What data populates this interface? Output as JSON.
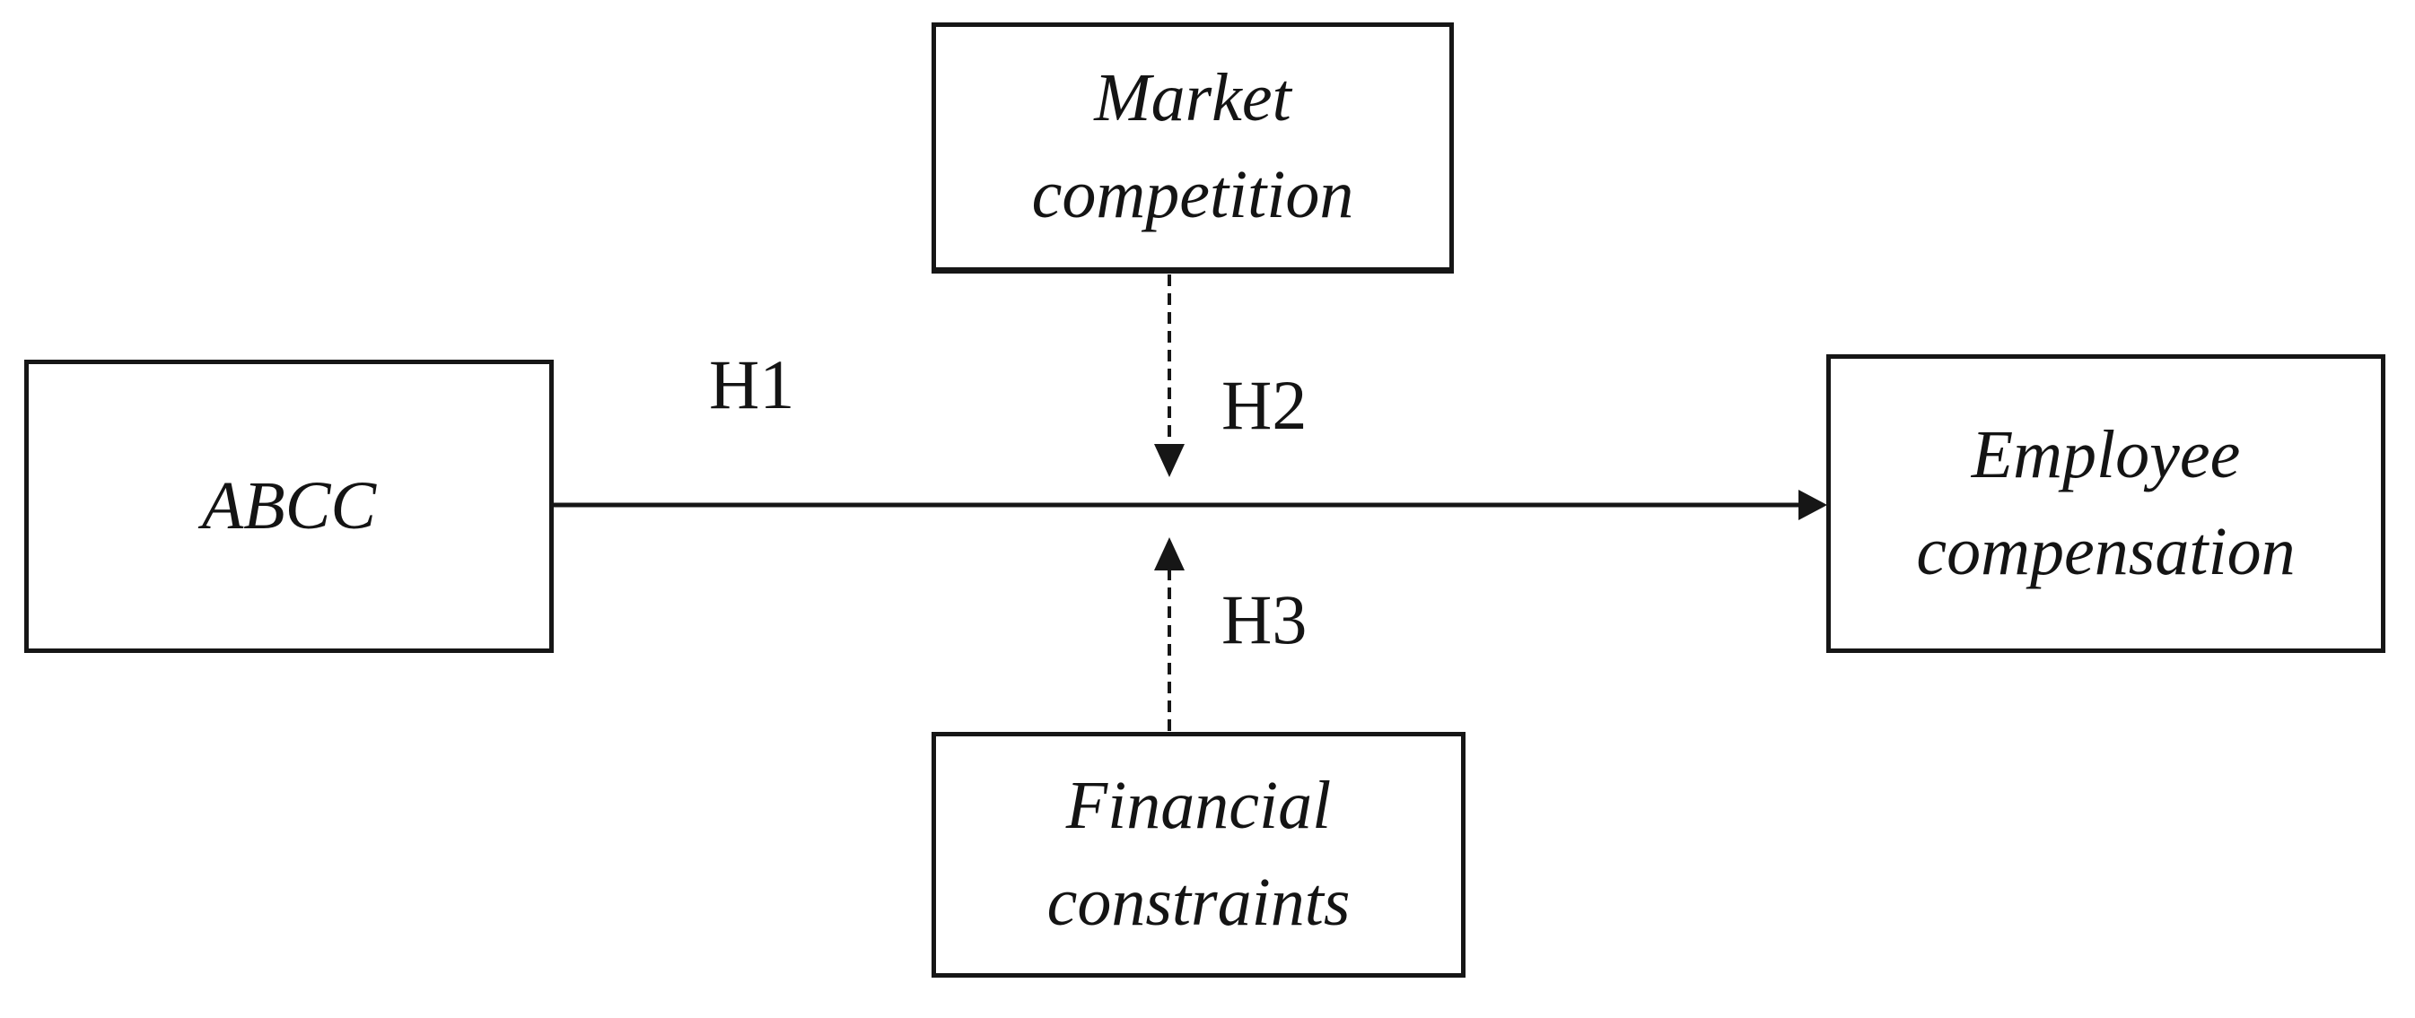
{
  "diagram": {
    "title": "ABCC employee compensation moderation model",
    "colors": {
      "background": "#ffffff",
      "ink": "#141414"
    },
    "nodes": {
      "abcc": {
        "label": "ABCC"
      },
      "market": {
        "label": "Market competition"
      },
      "employee": {
        "label": "Employee compensation"
      },
      "financial": {
        "label": "Financial constraints"
      }
    },
    "edges": {
      "h1": {
        "label": "H1",
        "from": "ABCC",
        "to": "Employee compensation",
        "style": "solid"
      },
      "h2": {
        "label": "H2",
        "from": "Market competition",
        "to": "H1 path",
        "style": "dashed"
      },
      "h3": {
        "label": "H3",
        "from": "Financial constraints",
        "to": "H1 path",
        "style": "dashed"
      }
    }
  }
}
